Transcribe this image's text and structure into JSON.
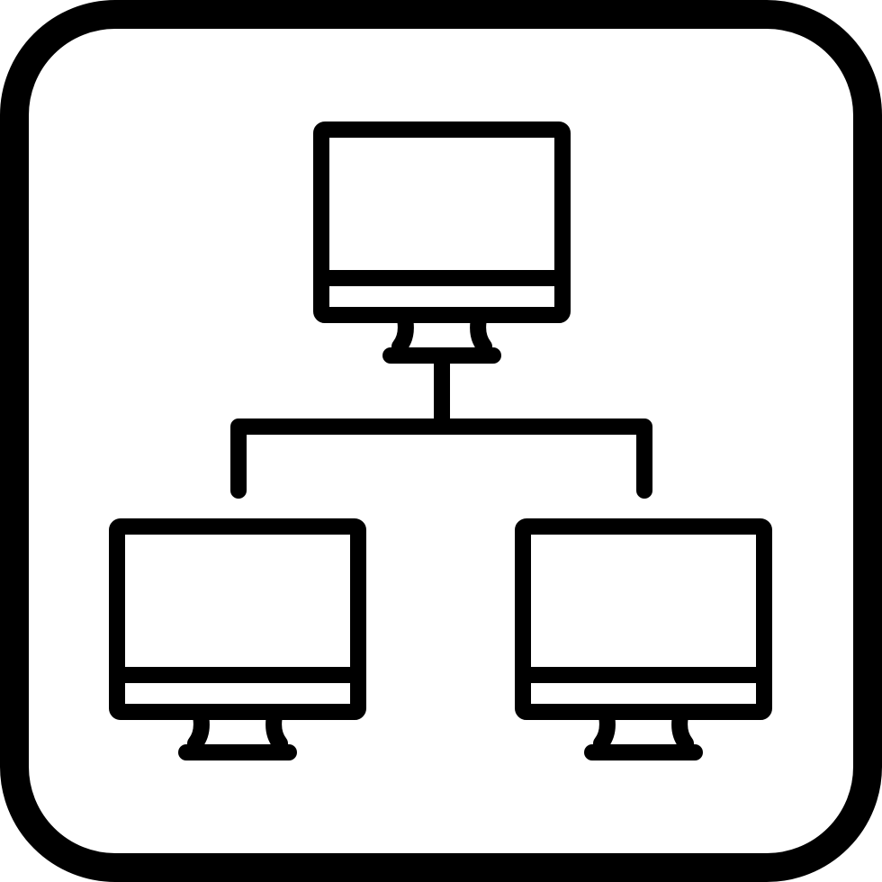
{
  "icon": {
    "name": "network-computers-icon",
    "stroke_color": "#000000",
    "background_color": "#ffffff",
    "style": "outline"
  },
  "nodes": [
    {
      "role": "server",
      "icon": "monitor-icon"
    },
    {
      "role": "client-left",
      "icon": "monitor-icon"
    },
    {
      "role": "client-right",
      "icon": "monitor-icon"
    }
  ]
}
